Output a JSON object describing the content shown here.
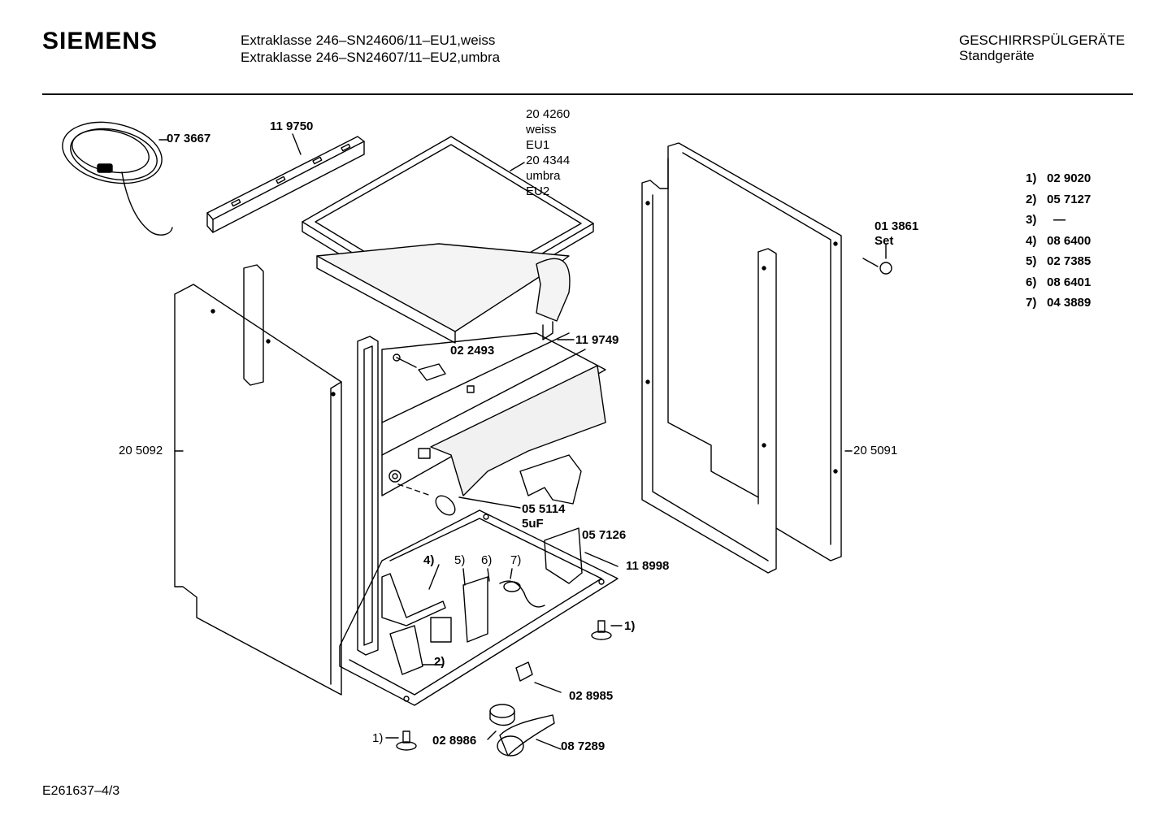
{
  "header": {
    "brand": "SIEMENS",
    "model_line_1": "Extraklasse 246–SN24606/11–EU1,weiss",
    "model_line_2": "Extraklasse 246–SN24607/11–EU2,umbra",
    "category": "GESCHIRRSPÜLGERÄTE",
    "subcategory": "Standgeräte"
  },
  "parts": {
    "p073667": "07 3667",
    "p119750": "11 9750",
    "top_cover": [
      "20 4260",
      "weiss",
      "EU1",
      "20 4344",
      "umbra",
      "EU2"
    ],
    "p013861": "01 3861",
    "p013861_note": "Set",
    "p119749": "11 9749",
    "p022493": "02 2493",
    "p205092": "20 5092",
    "p205091": "20 5091",
    "p055114": "05 5114",
    "p055114_note": "5uF",
    "p057126": "05 7126",
    "p118998": "11 8998",
    "p028985": "02 8985",
    "p028986": "02 8986",
    "p087289": "08 7289",
    "m4": "4)",
    "m5": "5)",
    "m6": "6)",
    "m7": "7)",
    "m2": "2)",
    "m1a": "1)",
    "m1b": "1)"
  },
  "legend": [
    {
      "key": "1)",
      "value": "02 9020"
    },
    {
      "key": "2)",
      "value": "05 7127"
    },
    {
      "key": "3)",
      "value": "—"
    },
    {
      "key": "4)",
      "value": "08 6400"
    },
    {
      "key": "5)",
      "value": "02 7385"
    },
    {
      "key": "6)",
      "value": "08 6401"
    },
    {
      "key": "7)",
      "value": "04 3889"
    }
  ],
  "footer": {
    "drawing_id": "E261637–4/3"
  }
}
